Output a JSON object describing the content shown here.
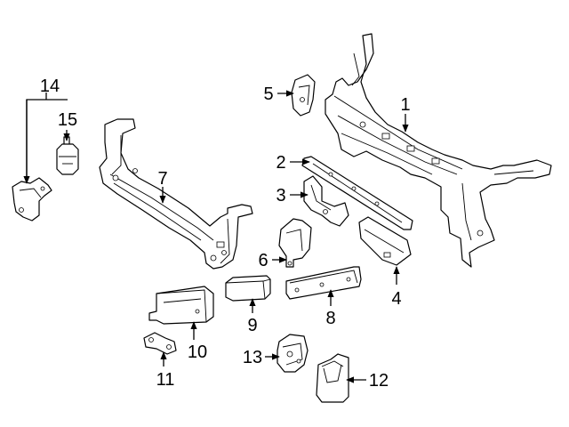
{
  "colors": {
    "line": "#000000",
    "background": "#ffffff"
  },
  "callouts": {
    "c1": "1",
    "c2": "2",
    "c3": "3",
    "c4": "4",
    "c5": "5",
    "c6": "6",
    "c7": "7",
    "c8": "8",
    "c9": "9",
    "c10": "10",
    "c11": "11",
    "c12": "12",
    "c13": "13",
    "c14": "14",
    "c15": "15"
  }
}
